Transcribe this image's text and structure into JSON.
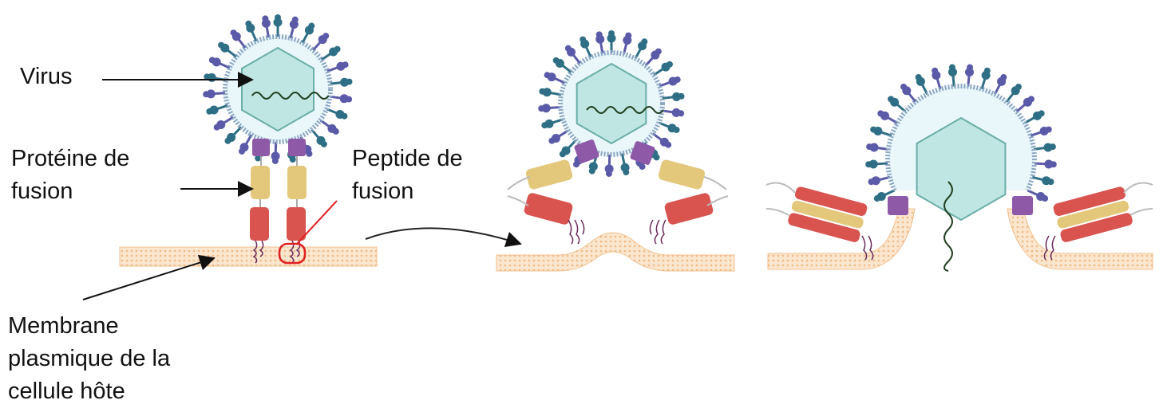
{
  "labels": {
    "virus": "Virus",
    "fusion_protein": [
      "Protéine de",
      "fusion"
    ],
    "fusion_peptide": [
      "Peptide de",
      "fusion"
    ],
    "membrane": [
      "Membrane",
      "plasmique de la",
      "cellule hôte"
    ]
  },
  "colors": {
    "spike_teal": "#2f6f86",
    "spike_purple": "#5a5aa8",
    "virus_fill": "#e9f6fa",
    "capsid_fill": "#bfe6e2",
    "capsid_stroke": "#6aaea8",
    "envelope": "#8aa6c4",
    "anchor_purple": "#8e5aa8",
    "helix_yellow": "#e3c87c",
    "helix_red": "#d9534f",
    "membrane": "#f4c99a",
    "rna": "#1f3f1f",
    "highlight_red": "#e02020"
  },
  "icons": {
    "envelope_spikes": "spike-icon",
    "genome": "rna-icon",
    "capsid": "capsid-icon"
  }
}
